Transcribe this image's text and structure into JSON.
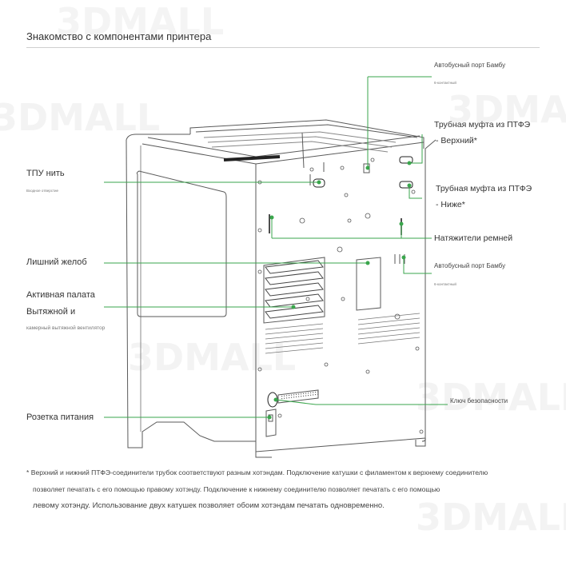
{
  "title": "Знакомство с компонентами принтера",
  "watermark": "3DMALL",
  "colors": {
    "accent": "#3aa64c",
    "line": "#5a5a5a",
    "text": "#333333"
  },
  "labels_right": {
    "bus_top": "Автобусный порт Бамбу",
    "bus_top_sub": "6-контактный",
    "ptfe_upper": "Трубная муфта из ПТФЭ",
    "ptfe_upper_sub": "- Верхний*",
    "ptfe_lower": "Трубная муфта из ПТФЭ",
    "ptfe_lower_sub": "- Ниже*",
    "tensioners": "Натяжители ремней",
    "bus_bottom": "Автобусный порт Бамбу",
    "bus_bottom_sub": "6-контактный",
    "safety_key": "Ключ безопасности"
  },
  "labels_left": {
    "tpu": "ТПУ нить",
    "tpu_sub": "Входное отверстие",
    "chute": "Лишний желоб",
    "chamber_line1": "Активная палата",
    "chamber_line2": "Вытяжной и",
    "chamber_sub": "камерный вытяжной вентилятор",
    "power": "Розетка питания"
  },
  "footnote": [
    "* Верхний и нижний ПТФЭ-соединители трубок соответствуют разным хотэндам. Подключение катушки с филаментом к верхнему соединителю",
    "позволяет печатать с его помощью правому хотэнду. Подключение к нижнему соединителю позволяет печатать с его помощью",
    "левому хотэнду. Использование двух катушек позволяет обоим хотэндам печатать одновременно."
  ]
}
